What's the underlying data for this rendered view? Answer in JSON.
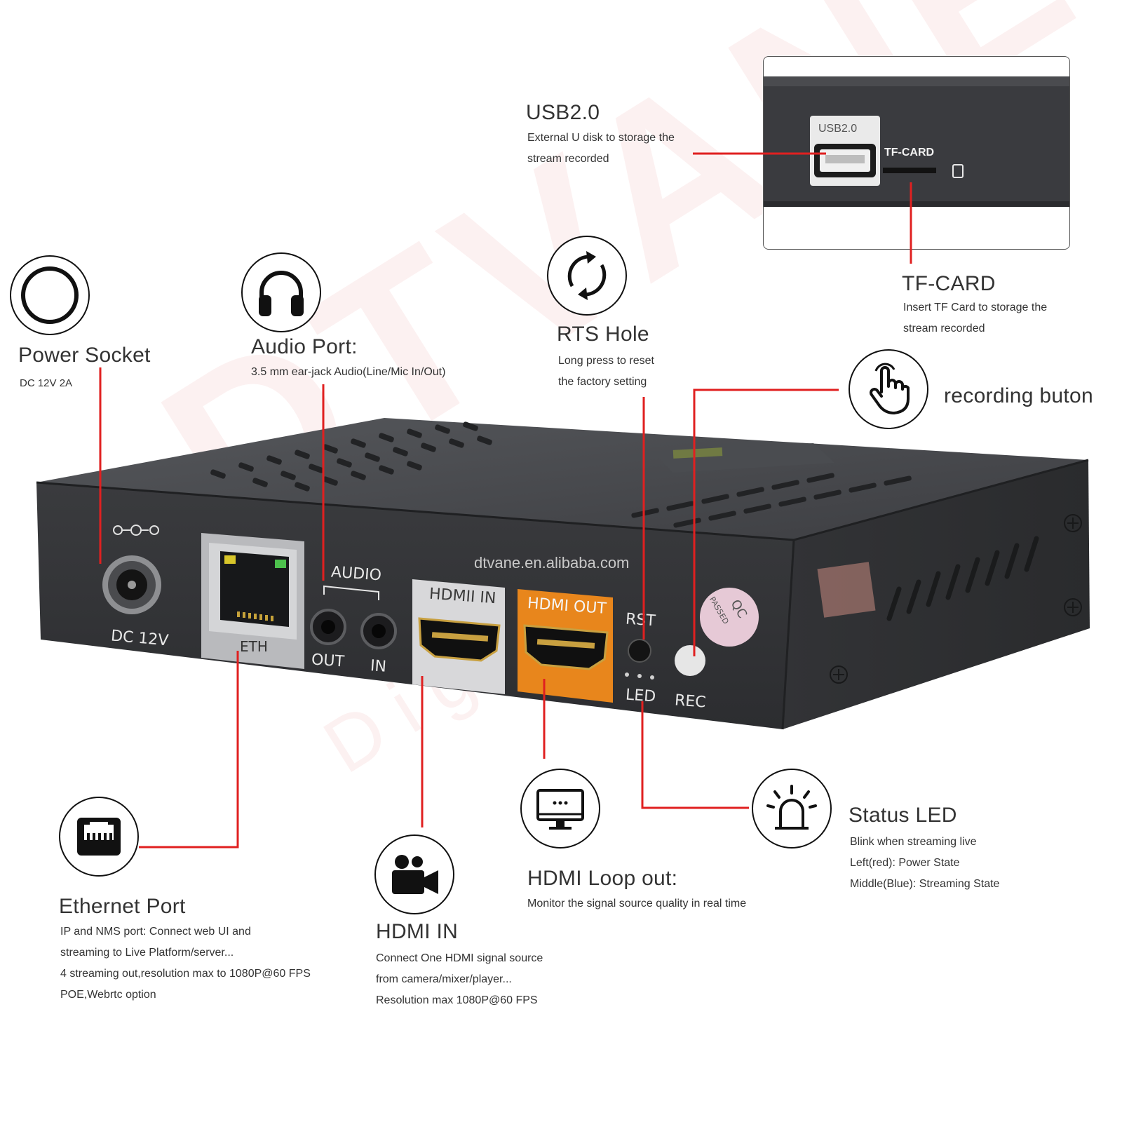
{
  "watermark": {
    "brand": "DTVANE",
    "sub": "Digital",
    "site": "dtvane.en.alibaba.com"
  },
  "colors": {
    "leader": "#e02020",
    "device": "#3b3b3e",
    "hdmi_out": "#e8861c",
    "inset_bg": "#3a3b3f"
  },
  "callouts": {
    "usb": {
      "title": "USB2.0",
      "desc": [
        "External U disk to storage the",
        "stream recorded"
      ]
    },
    "tfcard": {
      "title": "TF-CARD",
      "desc": [
        "Insert TF Card to storage the",
        "stream recorded"
      ]
    },
    "power": {
      "title": "Power Socket",
      "desc": [
        "DC 12V 2A"
      ],
      "icon": "circle-icon"
    },
    "audio": {
      "title": "Audio Port:",
      "desc": [
        "3.5 mm ear-jack Audio(Line/Mic In/Out)"
      ],
      "icon": "headphones-icon"
    },
    "rts": {
      "title": "RTS Hole",
      "desc": [
        "Long press to reset",
        "the factory setting"
      ],
      "icon": "refresh-icon"
    },
    "rec": {
      "title": "recording buton",
      "icon": "pointing-hand-icon"
    },
    "ethernet": {
      "title": "Ethernet Port",
      "desc": [
        "IP and NMS port: Connect web UI and",
        "streaming to Live Platform/server...",
        "4 streaming out,resolution max to 1080P@60 FPS",
        "POE,Webrtc option"
      ],
      "icon": "ethernet-port-icon"
    },
    "hdmi_in": {
      "title": "HDMI IN",
      "desc": [
        "Connect One HDMI signal source",
        "from camera/mixer/player...",
        "Resolution max 1080P@60 FPS"
      ],
      "icon": "video-camera-icon"
    },
    "hdmi_out": {
      "title": "HDMI Loop out:",
      "desc": [
        "Monitor the signal source quality in real time"
      ],
      "icon": "monitor-icon"
    },
    "led": {
      "title": "Status LED",
      "desc": [
        "Blink when streaming live",
        "Left(red): Power State",
        "Middle(Blue): Streaming State"
      ],
      "icon": "beacon-light-icon"
    }
  },
  "device_labels": {
    "dc": "DC 12V",
    "eth": "ETH",
    "audio": "AUDIO",
    "out": "OUT",
    "in": "IN",
    "hdmi_in": "HDMII IN",
    "hdmi_out": "HDMI OUT",
    "rst": "RST",
    "led": "LED",
    "rec": "REC",
    "qc": "QC",
    "qc_sub": "PASSED"
  },
  "inset_labels": {
    "usb": "USB2.0",
    "tf": "TF-CARD"
  }
}
